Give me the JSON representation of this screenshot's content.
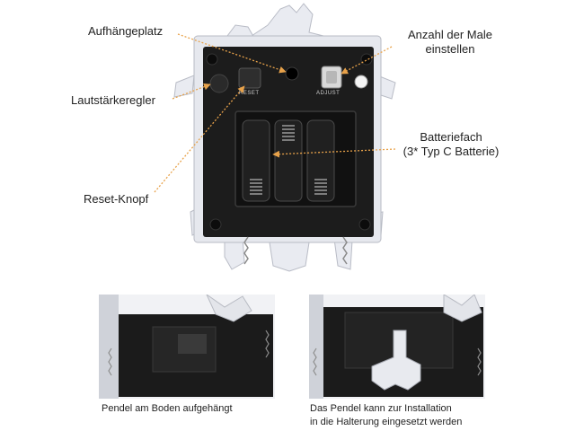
{
  "labels": {
    "hanging_spot": "Aufhängeplatz",
    "volume_control": "Lautstärkeregler",
    "reset_button": "Reset-Knopf",
    "chime_count_line1": "Anzahl der Male",
    "chime_count_line2": "einstellen",
    "battery_line1": "Batteriefach",
    "battery_line2": "(3* Typ C Batterie)"
  },
  "device_text": {
    "reset": "RESET",
    "adjust": "ADJUST"
  },
  "captions": {
    "left": "Pendel am Boden aufgehängt",
    "right_line1": "Das Pendel kann zur Installation",
    "right_line2": "in die Halterung eingesetzt werden"
  },
  "colors": {
    "arrow": "#e8a24a",
    "housing": "#1c1c1c",
    "frame": "#e6e8ee"
  }
}
